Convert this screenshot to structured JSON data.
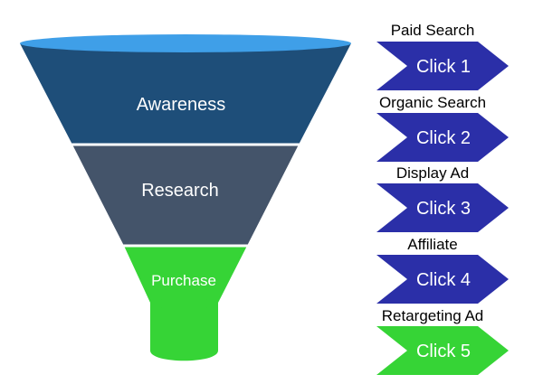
{
  "colors": {
    "awareness": "#1e4e79",
    "rim": "#3f9fe8",
    "research": "#44546a",
    "purchase": "#36d436",
    "click_blue": "#2b2fa8",
    "click_green": "#36d436",
    "divider": "#ffffff"
  },
  "funnel": {
    "stages": [
      {
        "label": "Awareness"
      },
      {
        "label": "Research"
      },
      {
        "label": "Purchase"
      }
    ]
  },
  "channels": [
    {
      "source": "Paid Search",
      "click": "Click 1",
      "color": "blue"
    },
    {
      "source": "Organic Search",
      "click": "Click 2",
      "color": "blue"
    },
    {
      "source": "Display Ad",
      "click": "Click 3",
      "color": "blue"
    },
    {
      "source": "Affiliate",
      "click": "Click 4",
      "color": "blue"
    },
    {
      "source": "Retargeting Ad",
      "click": "Click 5",
      "color": "green"
    }
  ]
}
